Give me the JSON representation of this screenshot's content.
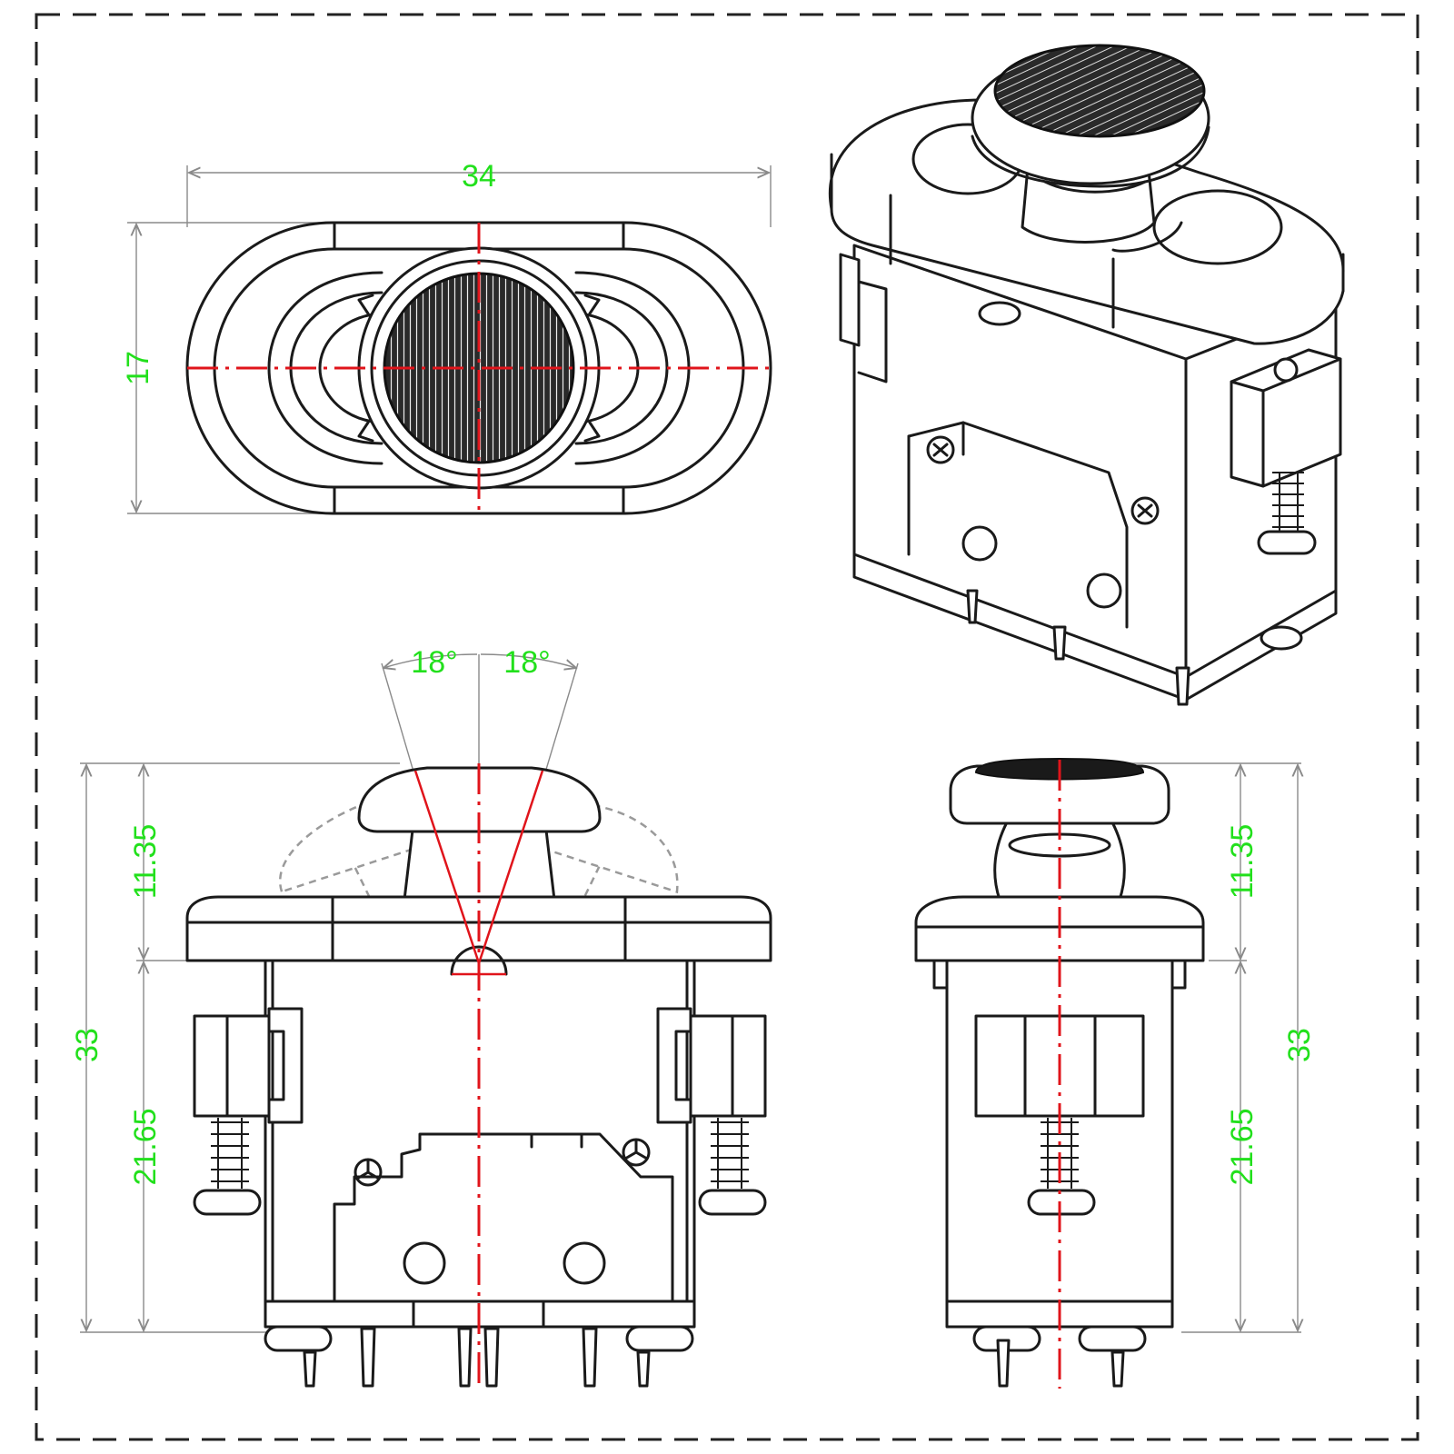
{
  "top_view": {
    "width_label": "34",
    "height_label": "17"
  },
  "front_view": {
    "angle_left_label": "18°",
    "angle_right_label": "18°",
    "total_height_label": "33",
    "upper_height_label": "11.35",
    "lower_height_label": "21.65"
  },
  "side_view": {
    "total_height_label": "33",
    "upper_height_label": "11.35",
    "lower_height_label": "21.65"
  },
  "colors": {
    "dimension_text": "#22e01c",
    "centerline": "#e0141b",
    "outline": "#1a1a1a",
    "dimension_line": "#8a8a8a"
  }
}
